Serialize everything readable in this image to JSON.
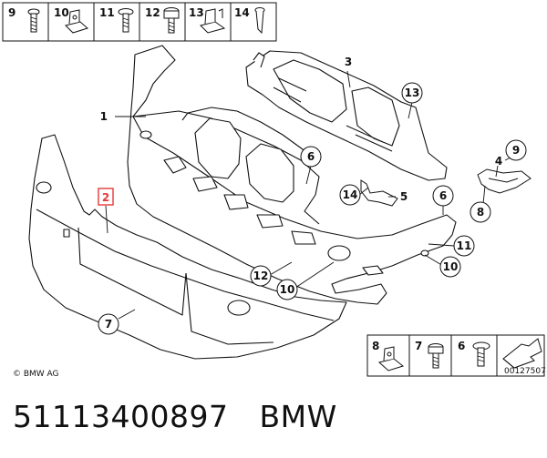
{
  "legend_top": [
    "9",
    "10",
    "11",
    "12",
    "13",
    "14"
  ],
  "legend_bottom": [
    "8",
    "7",
    "6"
  ],
  "callouts": {
    "c1": "1",
    "c2": "2",
    "c3": "3",
    "c4": "4",
    "c5": "5",
    "c6a": "6",
    "c6b": "6",
    "c7": "7",
    "c8": "8",
    "c9": "9",
    "c10a": "10",
    "c10b": "10",
    "c11": "11",
    "c12": "12",
    "c13": "13",
    "c14": "14"
  },
  "copyright": "© BMW AG",
  "diagram_number": "00127507",
  "part_number": "51113400897",
  "brand": "BMW",
  "colors": {
    "line": "#111111",
    "highlight": "#e53935"
  }
}
